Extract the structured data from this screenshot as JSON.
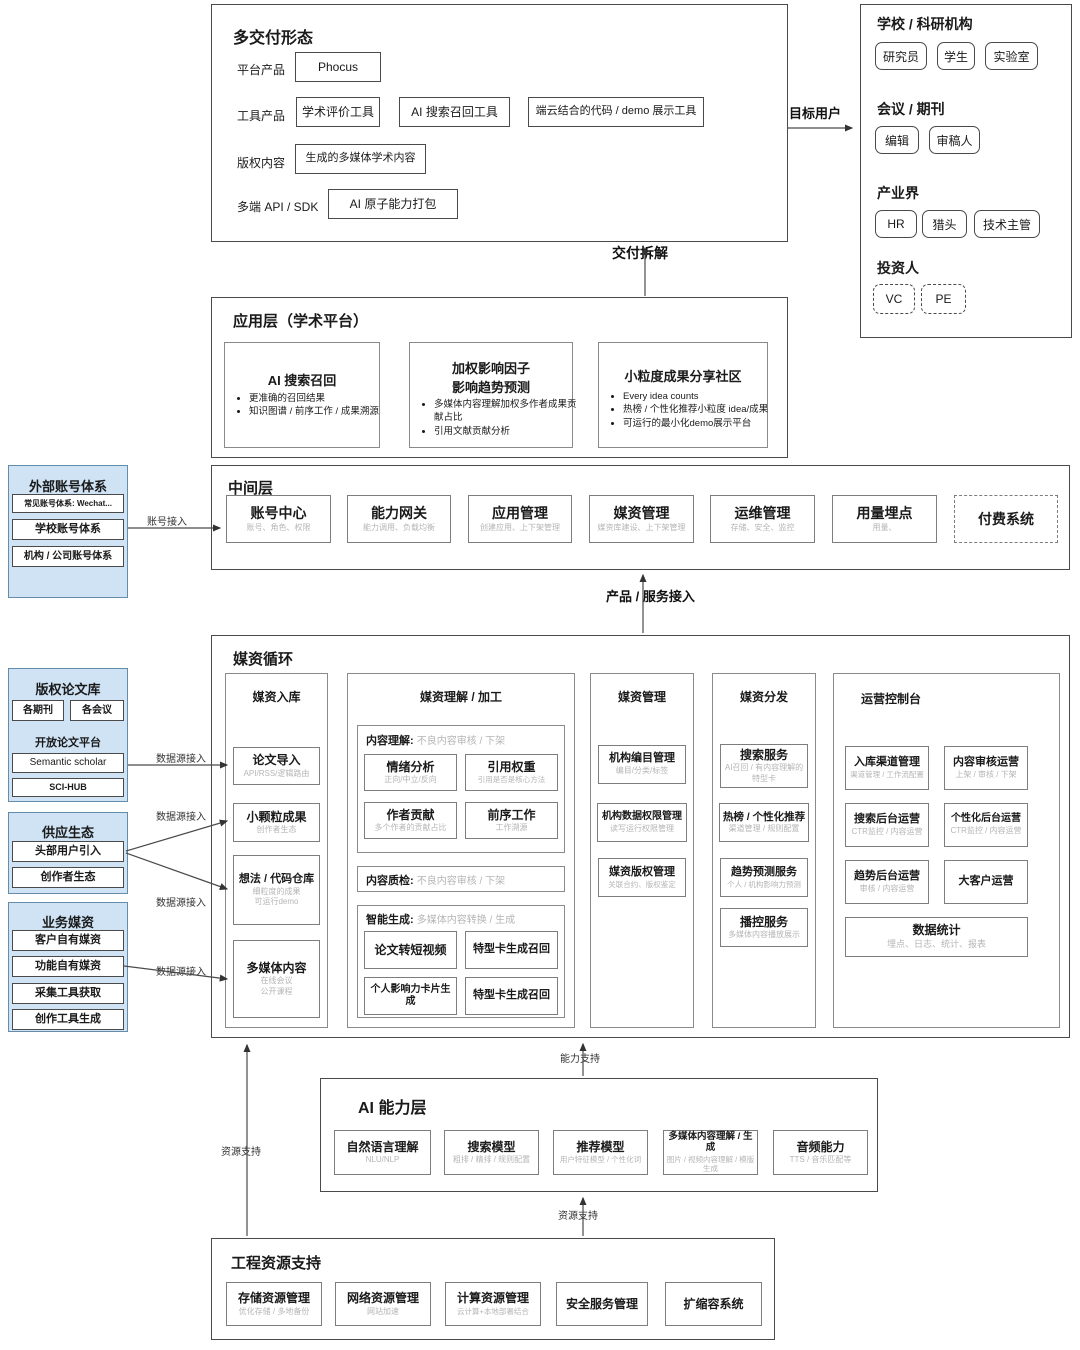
{
  "labels": {
    "target_users_arrow": "目标用户",
    "delivery_breakdown": "交付拆解",
    "account_access": "账号接入",
    "product_service_access": "产品 / 服务接入",
    "datasource_access": "数据源接入",
    "capability_support": "能力支持",
    "resource_support": "资源支持"
  },
  "delivery": {
    "title": "多交付形态",
    "rows": [
      {
        "label": "平台产品",
        "items": [
          "Phocus"
        ]
      },
      {
        "label": "工具产品",
        "items": [
          "学术评价工具",
          "AI 搜索召回工具",
          "端云结合的代码 / demo 展示工具"
        ]
      },
      {
        "label": "版权内容",
        "items": [
          "生成的多媒体学术内容"
        ]
      },
      {
        "label": "多端 API / SDK",
        "items": [
          "AI 原子能力打包"
        ]
      }
    ]
  },
  "target_users": {
    "groups": [
      {
        "title": "学校 / 科研机构",
        "chips": [
          "研究员",
          "学生",
          "实验室"
        ]
      },
      {
        "title": "会议 / 期刊",
        "chips": [
          "编辑",
          "审稿人"
        ]
      },
      {
        "title": "产业界",
        "chips": [
          "HR",
          "猎头",
          "技术主管"
        ]
      },
      {
        "title": "投资人",
        "chips": [
          "VC",
          "PE"
        ]
      }
    ]
  },
  "app_layer": {
    "title": "应用层（学术平台）",
    "cards": [
      {
        "title": "AI 搜索召回",
        "bullets": [
          "更准确的召回结果",
          "知识图谱 / 前序工作 / 成果溯源"
        ]
      },
      {
        "title": "加权影响因子\n影响趋势预测",
        "bullets": [
          "多媒体内容理解加权多作者成果贡献占比",
          "引用文献贡献分析"
        ]
      },
      {
        "title": "小粒度成果分享社区",
        "bullets": [
          "Every idea counts",
          "热榜 / 个性化推荐小粒度 idea/成果",
          "可运行的最小化demo展示平台"
        ]
      }
    ]
  },
  "middle_layer": {
    "title": "中间层",
    "boxes": [
      {
        "title": "账号中心",
        "subtitle": "账号、角色、权限"
      },
      {
        "title": "能力网关",
        "subtitle": "能力调用、负载均衡"
      },
      {
        "title": "应用管理",
        "subtitle": "创建应用、上下架管理"
      },
      {
        "title": "媒资管理",
        "subtitle": "媒资库建设、上下架管理"
      },
      {
        "title": "运维管理",
        "subtitle": "存储、安全、监控"
      },
      {
        "title": "用量埋点",
        "subtitle": "用量、"
      },
      {
        "title": "付费系统",
        "subtitle": ""
      }
    ]
  },
  "external_accounts": {
    "title": "外部账号体系",
    "items": [
      "常见账号体系: Wechat...",
      "学校账号体系",
      "机构 / 公司账号体系"
    ]
  },
  "paper_library": {
    "title": "版权论文库",
    "chips": [
      "各期刊",
      "各会议"
    ],
    "open_platform_label": "开放论文平台",
    "items": [
      "Semantic scholar",
      "SCI-HUB"
    ]
  },
  "supply_eco": {
    "title": "供应生态",
    "items": [
      "头部用户引入",
      "创作者生态"
    ]
  },
  "biz_media": {
    "title": "业务媒资",
    "items": [
      "客户自有媒资",
      "功能自有媒资",
      "采集工具获取",
      "创作工具生成"
    ]
  },
  "media_cycle": {
    "title": "媒资循环",
    "ingest": {
      "title": "媒资入库",
      "boxes": [
        {
          "title": "论文导入",
          "subtitle": "API/RSS/逻辑路由"
        },
        {
          "title": "小颗粒成果",
          "subtitle": "创作者生态"
        },
        {
          "title": "想法 / 代码仓库",
          "subtitle": "细粒度的成果\n可运行demo"
        },
        {
          "title": "多媒体内容",
          "subtitle": "在线会议\n公开课程"
        }
      ]
    },
    "processing": {
      "title": "媒资理解 / 加工",
      "groups": [
        {
          "header": "内容理解:",
          "header_sub": "不良内容审核 / 下架",
          "boxes": [
            {
              "title": "情绪分析",
              "subtitle": "正向/中立/反向"
            },
            {
              "title": "引用权重",
              "subtitle": "引用是否是核心方法"
            },
            {
              "title": "作者贡献",
              "subtitle": "多个作者的贡献占比"
            },
            {
              "title": "前序工作",
              "subtitle": "工作溯源"
            }
          ]
        },
        {
          "header": "内容质检:",
          "header_sub": "不良内容审核 / 下架",
          "boxes": []
        },
        {
          "header": "智能生成:",
          "header_sub": "多媒体内容转换 / 生成",
          "boxes": [
            {
              "title": "论文转短视频",
              "subtitle": ""
            },
            {
              "title": "特型卡生成召回",
              "subtitle": ""
            },
            {
              "title": "个人影响力卡片生成",
              "subtitle": ""
            },
            {
              "title": "特型卡生成召回",
              "subtitle": ""
            }
          ]
        }
      ]
    },
    "management": {
      "title": "媒资管理",
      "boxes": [
        {
          "title": "机构编目管理",
          "subtitle": "编目/分类/标签"
        },
        {
          "title": "机构数据权限管理",
          "subtitle": "读写运行权限管理"
        },
        {
          "title": "媒资版权管理",
          "subtitle": "关联合约、版权鉴定"
        }
      ]
    },
    "distribution": {
      "title": "媒资分发",
      "boxes": [
        {
          "title": "搜索服务",
          "subtitle": "AI召回 / 有内容理解的\n特型卡"
        },
        {
          "title": "热榜 / 个性化推荐",
          "subtitle": "渠道管理 / 规则配置"
        },
        {
          "title": "趋势预测服务",
          "subtitle": "个人 / 机构影响力预测"
        },
        {
          "title": "播控服务",
          "subtitle": "多媒体内容播放展示"
        }
      ]
    },
    "ops_console": {
      "title": "运营控制台",
      "boxes": [
        {
          "title": "入库渠道管理",
          "subtitle": "渠道管理 / 工作流配置"
        },
        {
          "title": "内容审核运营",
          "subtitle": "上架 / 审核 / 下架"
        },
        {
          "title": "搜索后台运营",
          "subtitle": "CTR监控 / 内容运营"
        },
        {
          "title": "个性化后台运营",
          "subtitle": "CTR监控 / 内容运营"
        },
        {
          "title": "趋势后台运营",
          "subtitle": "审核 / 内容运营"
        },
        {
          "title": "大客户运营",
          "subtitle": ""
        },
        {
          "title": "数据统计",
          "subtitle": "埋点、日志、统计、报表"
        }
      ]
    }
  },
  "ai_layer": {
    "title": "AI 能力层",
    "boxes": [
      {
        "title": "自然语言理解",
        "subtitle": "NLU/NLP"
      },
      {
        "title": "搜索模型",
        "subtitle": "粗排 / 精排 / 规则配置"
      },
      {
        "title": "推荐模型",
        "subtitle": "用户特征模型 / 个性化词"
      },
      {
        "title": "多媒体内容理解 / 生成",
        "subtitle": "图片 / 视频内容理解 / 模版\n生成"
      },
      {
        "title": "音频能力",
        "subtitle": "TTS / 音乐匹配等"
      }
    ]
  },
  "engineering": {
    "title": "工程资源支持",
    "boxes": [
      {
        "title": "存储资源管理",
        "subtitle": "优化存储 / 多地备份"
      },
      {
        "title": "网络资源管理",
        "subtitle": "网站加速"
      },
      {
        "title": "计算资源管理",
        "subtitle": "云计算+本地部署结合"
      },
      {
        "title": "安全服务管理",
        "subtitle": ""
      },
      {
        "title": "扩缩容系统",
        "subtitle": ""
      }
    ]
  },
  "colors": {
    "blue_fill": "#cfe3f5",
    "blue_border": "#648cab",
    "line": "#4a4a4a",
    "muted_text": "#b5b5b5"
  }
}
